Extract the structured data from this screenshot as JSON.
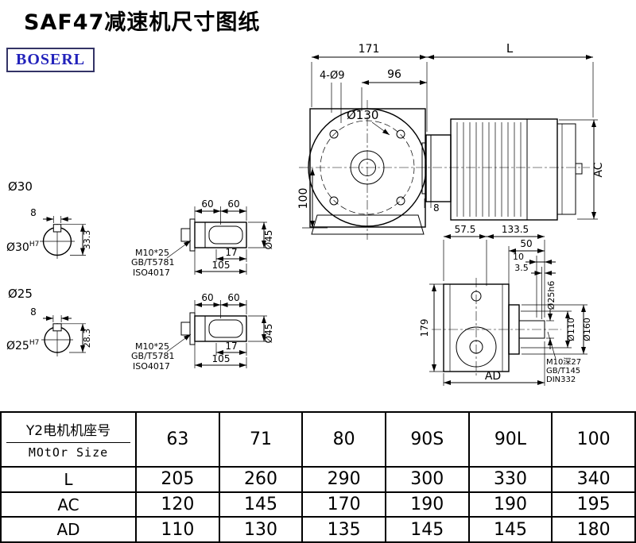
{
  "header": {
    "title": "SAF47减速机尺寸图纸",
    "logo": "BOSERL"
  },
  "top_view": {
    "d171": "171",
    "dL": "L",
    "d4o9": "4-Ø9",
    "d96": "96",
    "d130": "Ø130",
    "d100": "100",
    "dAC": "AC",
    "d8": "8"
  },
  "shaft_end_upper": {
    "dia": "Ø30",
    "bore": "Ø30",
    "fit": "H7",
    "key_w": "8",
    "key_h": "33.3"
  },
  "shaft_end_lower": {
    "dia": "Ø25",
    "bore": "Ø25",
    "fit": "H7",
    "key_w": "8",
    "key_h": "28.3"
  },
  "shaft_side_upper": {
    "d60a": "60",
    "d60b": "60",
    "d17": "17",
    "d105": "105",
    "bolt": "M10*25",
    "std1": "GB/T5781",
    "std2": "ISO4017",
    "d45": "Ø45"
  },
  "shaft_side_lower": {
    "d60a": "60",
    "d60b": "60",
    "d17": "17",
    "d105": "105",
    "bolt": "M10*25",
    "std1": "GB/T5781",
    "std2": "ISO4017",
    "d45": "Ø45"
  },
  "side_view": {
    "d57_5": "57.5",
    "d133_5": "133.5",
    "d50": "50",
    "d10": "10",
    "d3_5": "3.5",
    "shaft_fit": "Ø25h6",
    "d110": "Ø110",
    "d160": "Ø160",
    "d179": "179",
    "dAD": "AD",
    "tap": "M10深27",
    "tap_std1": "GB/T145",
    "tap_std2": "DIN332"
  },
  "table": {
    "header_cn": "Y2电机机座号",
    "header_en": "MOtOr Size",
    "sizes": [
      "63",
      "71",
      "80",
      "90S",
      "90L",
      "100"
    ],
    "rows": [
      {
        "label": "L",
        "values": [
          "205",
          "260",
          "290",
          "300",
          "330",
          "340"
        ]
      },
      {
        "label": "AC",
        "values": [
          "120",
          "145",
          "170",
          "190",
          "190",
          "195"
        ]
      },
      {
        "label": "AD",
        "values": [
          "110",
          "130",
          "135",
          "145",
          "145",
          "180"
        ]
      }
    ]
  }
}
